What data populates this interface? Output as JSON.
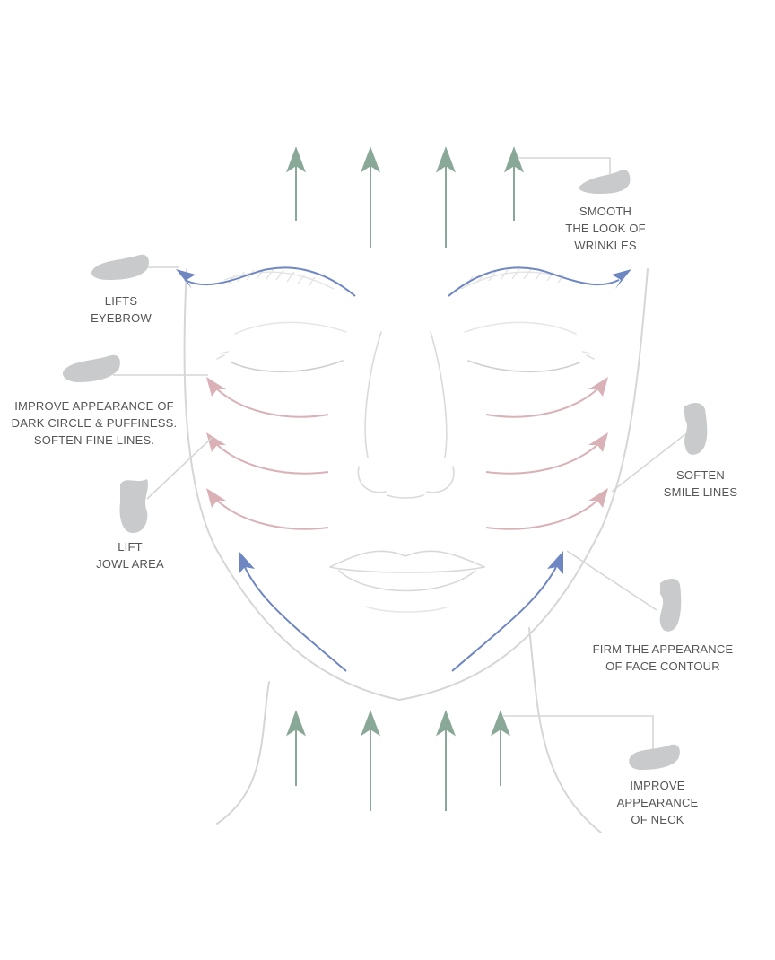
{
  "colors": {
    "outline": "#d6d6d6",
    "upward_arrow": "#8aa898",
    "blue_arrow": "#6e86c2",
    "pink_arrow": "#d9b1b6",
    "tool": "#c9cacb",
    "leader": "#d6d6d6",
    "label_text": "#555555"
  },
  "labels": {
    "wrinkles": [
      "SMOOTH",
      "THE LOOK OF",
      "WRINKLES"
    ],
    "eyebrow": [
      "LIFTS",
      "EYEBROW"
    ],
    "dark_circle": [
      "IMPROVE APPEARANCE OF",
      "DARK CIRCLE & PUFFINESS.",
      "SOFTEN FINE LINES."
    ],
    "jowl": [
      "LIFT",
      "JOWL AREA"
    ],
    "smile_lines": [
      "SOFTEN",
      "SMILE LINES"
    ],
    "contour": [
      "FIRM THE APPEARANCE",
      "OF FACE CONTOUR"
    ],
    "neck": [
      "IMPROVE",
      "APPEARANCE",
      "OF NECK"
    ]
  },
  "icons": {
    "tool": "gua-sha-stone-icon"
  }
}
